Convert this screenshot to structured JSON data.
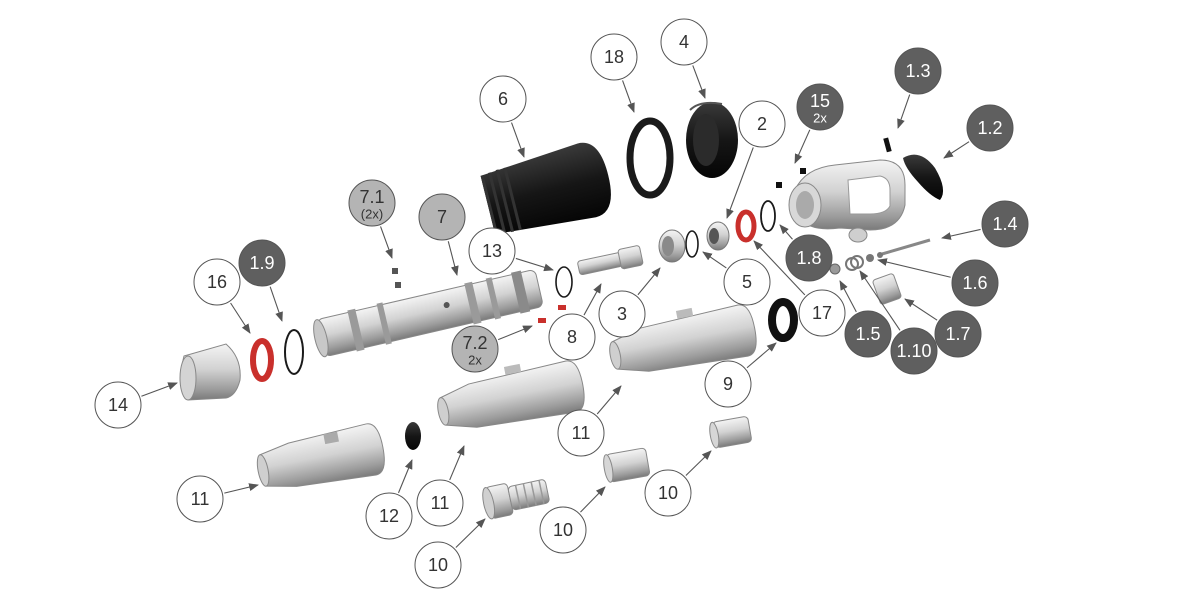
{
  "colors": {
    "callout_white": "#ffffff",
    "callout_dark": "#5f5f5f",
    "callout_grey": "#b4b4b4",
    "text_dark": "#333333",
    "text_light": "#ffffff",
    "seal_red": "#c9302c",
    "part_black": "#1a1a1a",
    "metal_light": "#e6e6e6",
    "metal_mid": "#a8a8a8"
  },
  "callouts": [
    {
      "id": "c-6",
      "label": "6",
      "style": "white"
    },
    {
      "id": "c-18",
      "label": "18",
      "style": "white"
    },
    {
      "id": "c-4",
      "label": "4",
      "style": "white"
    },
    {
      "id": "c-2",
      "label": "2",
      "style": "white"
    },
    {
      "id": "c-15",
      "label": "15",
      "sub": "2x",
      "style": "dark"
    },
    {
      "id": "c-1-3",
      "label": "1.3",
      "style": "dark"
    },
    {
      "id": "c-1-2",
      "label": "1.2",
      "style": "dark"
    },
    {
      "id": "c-7-1",
      "label": "7.1",
      "sub": "(2x)",
      "style": "grey"
    },
    {
      "id": "c-7",
      "label": "7",
      "style": "grey"
    },
    {
      "id": "c-13",
      "label": "13",
      "style": "white"
    },
    {
      "id": "c-1-4",
      "label": "1.4",
      "style": "dark"
    },
    {
      "id": "c-1-8",
      "label": "1.8",
      "style": "dark"
    },
    {
      "id": "c-16",
      "label": "16",
      "style": "white"
    },
    {
      "id": "c-1-9",
      "label": "1.9",
      "style": "dark"
    },
    {
      "id": "c-5",
      "label": "5",
      "style": "white"
    },
    {
      "id": "c-1-6",
      "label": "1.6",
      "style": "dark"
    },
    {
      "id": "c-3",
      "label": "3",
      "style": "white"
    },
    {
      "id": "c-17",
      "label": "17",
      "style": "white"
    },
    {
      "id": "c-1-7",
      "label": "1.7",
      "style": "dark"
    },
    {
      "id": "c-1-5",
      "label": "1.5",
      "style": "dark"
    },
    {
      "id": "c-8",
      "label": "8",
      "style": "white"
    },
    {
      "id": "c-7-2",
      "label": "7.2",
      "sub": "2x",
      "style": "grey"
    },
    {
      "id": "c-1-10",
      "label": "1.10",
      "style": "dark"
    },
    {
      "id": "c-9",
      "label": "9",
      "style": "white"
    },
    {
      "id": "c-14",
      "label": "14",
      "style": "white"
    },
    {
      "id": "c-11-a",
      "label": "11",
      "style": "white"
    },
    {
      "id": "c-11-b",
      "label": "11",
      "style": "white"
    },
    {
      "id": "c-12",
      "label": "12",
      "style": "white"
    },
    {
      "id": "c-11-c",
      "label": "11",
      "style": "white"
    },
    {
      "id": "c-10-a",
      "label": "10",
      "style": "white"
    },
    {
      "id": "c-10-b",
      "label": "10",
      "style": "white"
    },
    {
      "id": "c-10-c",
      "label": "10",
      "style": "white"
    }
  ]
}
